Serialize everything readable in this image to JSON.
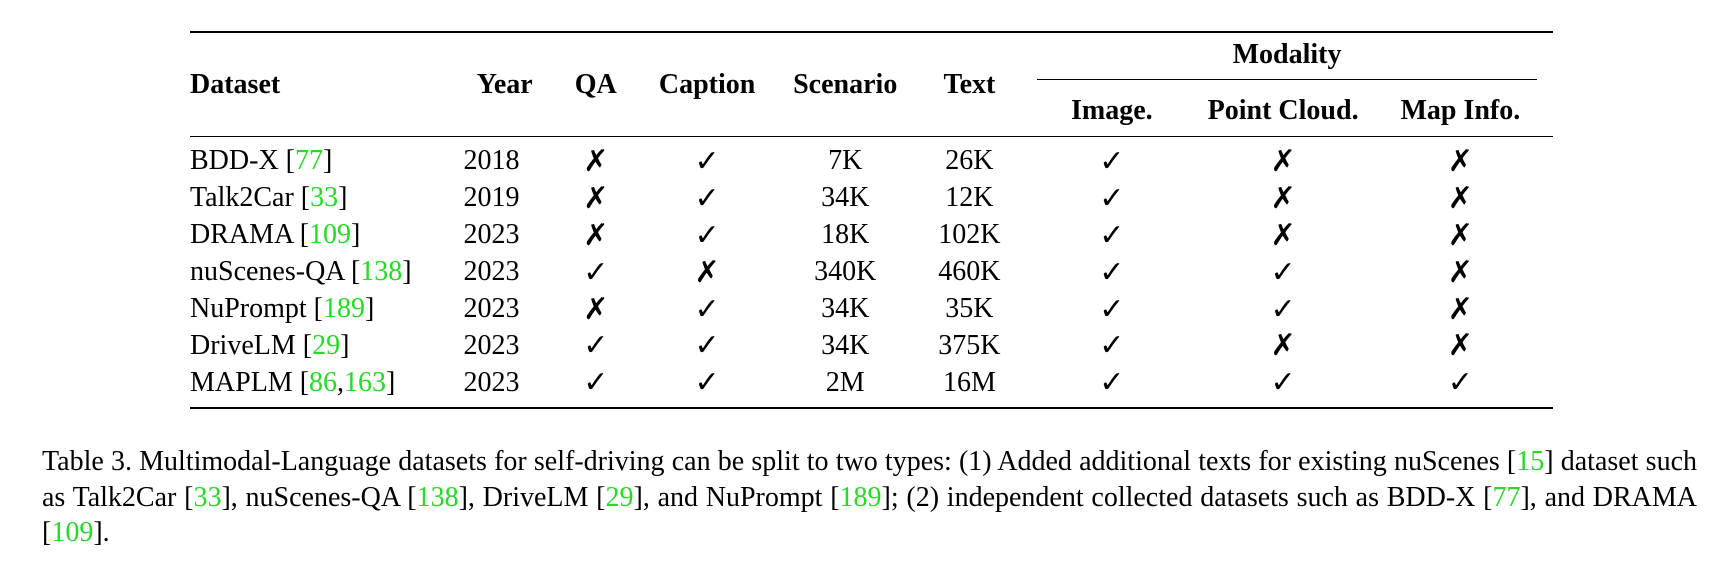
{
  "table": {
    "headers": {
      "dataset": "Dataset",
      "year": "Year",
      "qa": "QA",
      "caption": "Caption",
      "scenario": "Scenario",
      "text": "Text",
      "modality": "Modality",
      "image": "Image.",
      "point_cloud": "Point Cloud.",
      "map_info": "Map Info."
    },
    "rows": [
      {
        "name": "BDD-X ",
        "cites": [
          "77"
        ],
        "close": "]",
        "year": "2018",
        "qa": "✗",
        "caption": "✓",
        "scenario": "7K",
        "text": "26K",
        "image": "✓",
        "point_cloud": "✗",
        "map_info": "✗"
      },
      {
        "name": "Talk2Car ",
        "cites": [
          "33"
        ],
        "close": "]",
        "year": "2019",
        "qa": "✗",
        "caption": "✓",
        "scenario": "34K",
        "text": "12K",
        "image": "✓",
        "point_cloud": "✗",
        "map_info": "✗"
      },
      {
        "name": "DRAMA ",
        "cites": [
          "109"
        ],
        "close": "]",
        "year": "2023",
        "qa": "✗",
        "caption": "✓",
        "scenario": "18K",
        "text": "102K",
        "image": "✓",
        "point_cloud": "✗",
        "map_info": "✗"
      },
      {
        "name": "nuScenes-QA ",
        "cites": [
          "138"
        ],
        "close": "]",
        "year": "2023",
        "qa": "✓",
        "caption": "✗",
        "scenario": "340K",
        "text": "460K",
        "image": "✓",
        "point_cloud": "✓",
        "map_info": "✗"
      },
      {
        "name": "NuPrompt ",
        "cites": [
          "189"
        ],
        "close": "]",
        "year": "2023",
        "qa": "✗",
        "caption": "✓",
        "scenario": "34K",
        "text": "35K",
        "image": "✓",
        "point_cloud": "✓",
        "map_info": "✗"
      },
      {
        "name": "DriveLM ",
        "cites": [
          "29"
        ],
        "close": "]",
        "year": "2023",
        "qa": "✓",
        "caption": "✓",
        "scenario": "34K",
        "text": "375K",
        "image": "✓",
        "point_cloud": "✗",
        "map_info": "✗"
      },
      {
        "name": "MAPLM ",
        "cites": [
          "86",
          "163"
        ],
        "close": "]",
        "year": "2023",
        "qa": "✓",
        "caption": "✓",
        "scenario": "2M",
        "text": "16M",
        "image": "✓",
        "point_cloud": "✓",
        "map_info": "✓"
      }
    ]
  },
  "caption": {
    "parts": [
      {
        "t": "Table 3. Multimodal-Language datasets for self-driving can be split to two types: (1) Added additional texts for existing nuScenes ["
      },
      {
        "c": "15"
      },
      {
        "t": "] dataset such as Talk2Car ["
      },
      {
        "c": "33"
      },
      {
        "t": "], nuScenes-QA ["
      },
      {
        "c": "138"
      },
      {
        "t": "], DriveLM ["
      },
      {
        "c": "29"
      },
      {
        "t": "], and NuPrompt ["
      },
      {
        "c": "189"
      },
      {
        "t": "]; (2) independent collected datasets such as BDD-X ["
      },
      {
        "c": "77"
      },
      {
        "t": "], and DRAMA ["
      },
      {
        "c": "109"
      },
      {
        "t": "]."
      }
    ]
  },
  "colors": {
    "citation": "#22dd22",
    "text": "#000000"
  }
}
